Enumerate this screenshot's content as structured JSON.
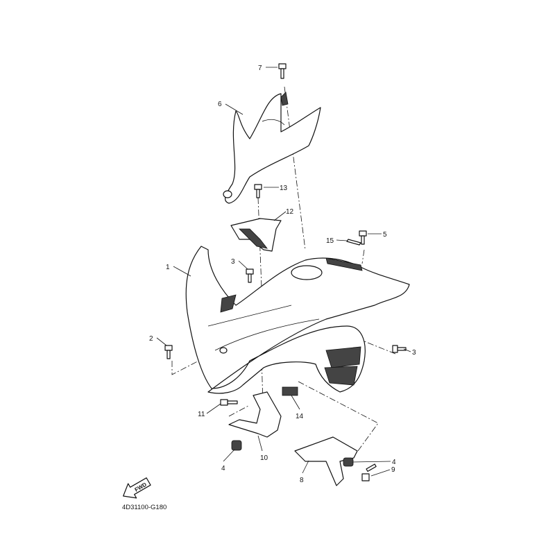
{
  "diagram": {
    "part_number": "4D31100-G180",
    "direction_arrow": "FWD",
    "callouts": [
      {
        "id": "7",
        "part": "bolt-top"
      },
      {
        "id": "6",
        "part": "headlight-cover"
      },
      {
        "id": "13",
        "part": "bolt"
      },
      {
        "id": "12",
        "part": "bracket"
      },
      {
        "id": "15",
        "part": "emblem"
      },
      {
        "id": "5",
        "part": "bolt"
      },
      {
        "id": "1",
        "part": "front-fender"
      },
      {
        "id": "3",
        "part": "bolt"
      },
      {
        "id": "2",
        "part": "bolt"
      },
      {
        "id": "3",
        "part": "bolt"
      },
      {
        "id": "11",
        "part": "bolt"
      },
      {
        "id": "14",
        "part": "damper"
      },
      {
        "id": "10",
        "part": "stay"
      },
      {
        "id": "4",
        "part": "nut"
      },
      {
        "id": "8",
        "part": "stay"
      },
      {
        "id": "4",
        "part": "nut"
      },
      {
        "id": "9",
        "part": "bolt"
      }
    ]
  }
}
